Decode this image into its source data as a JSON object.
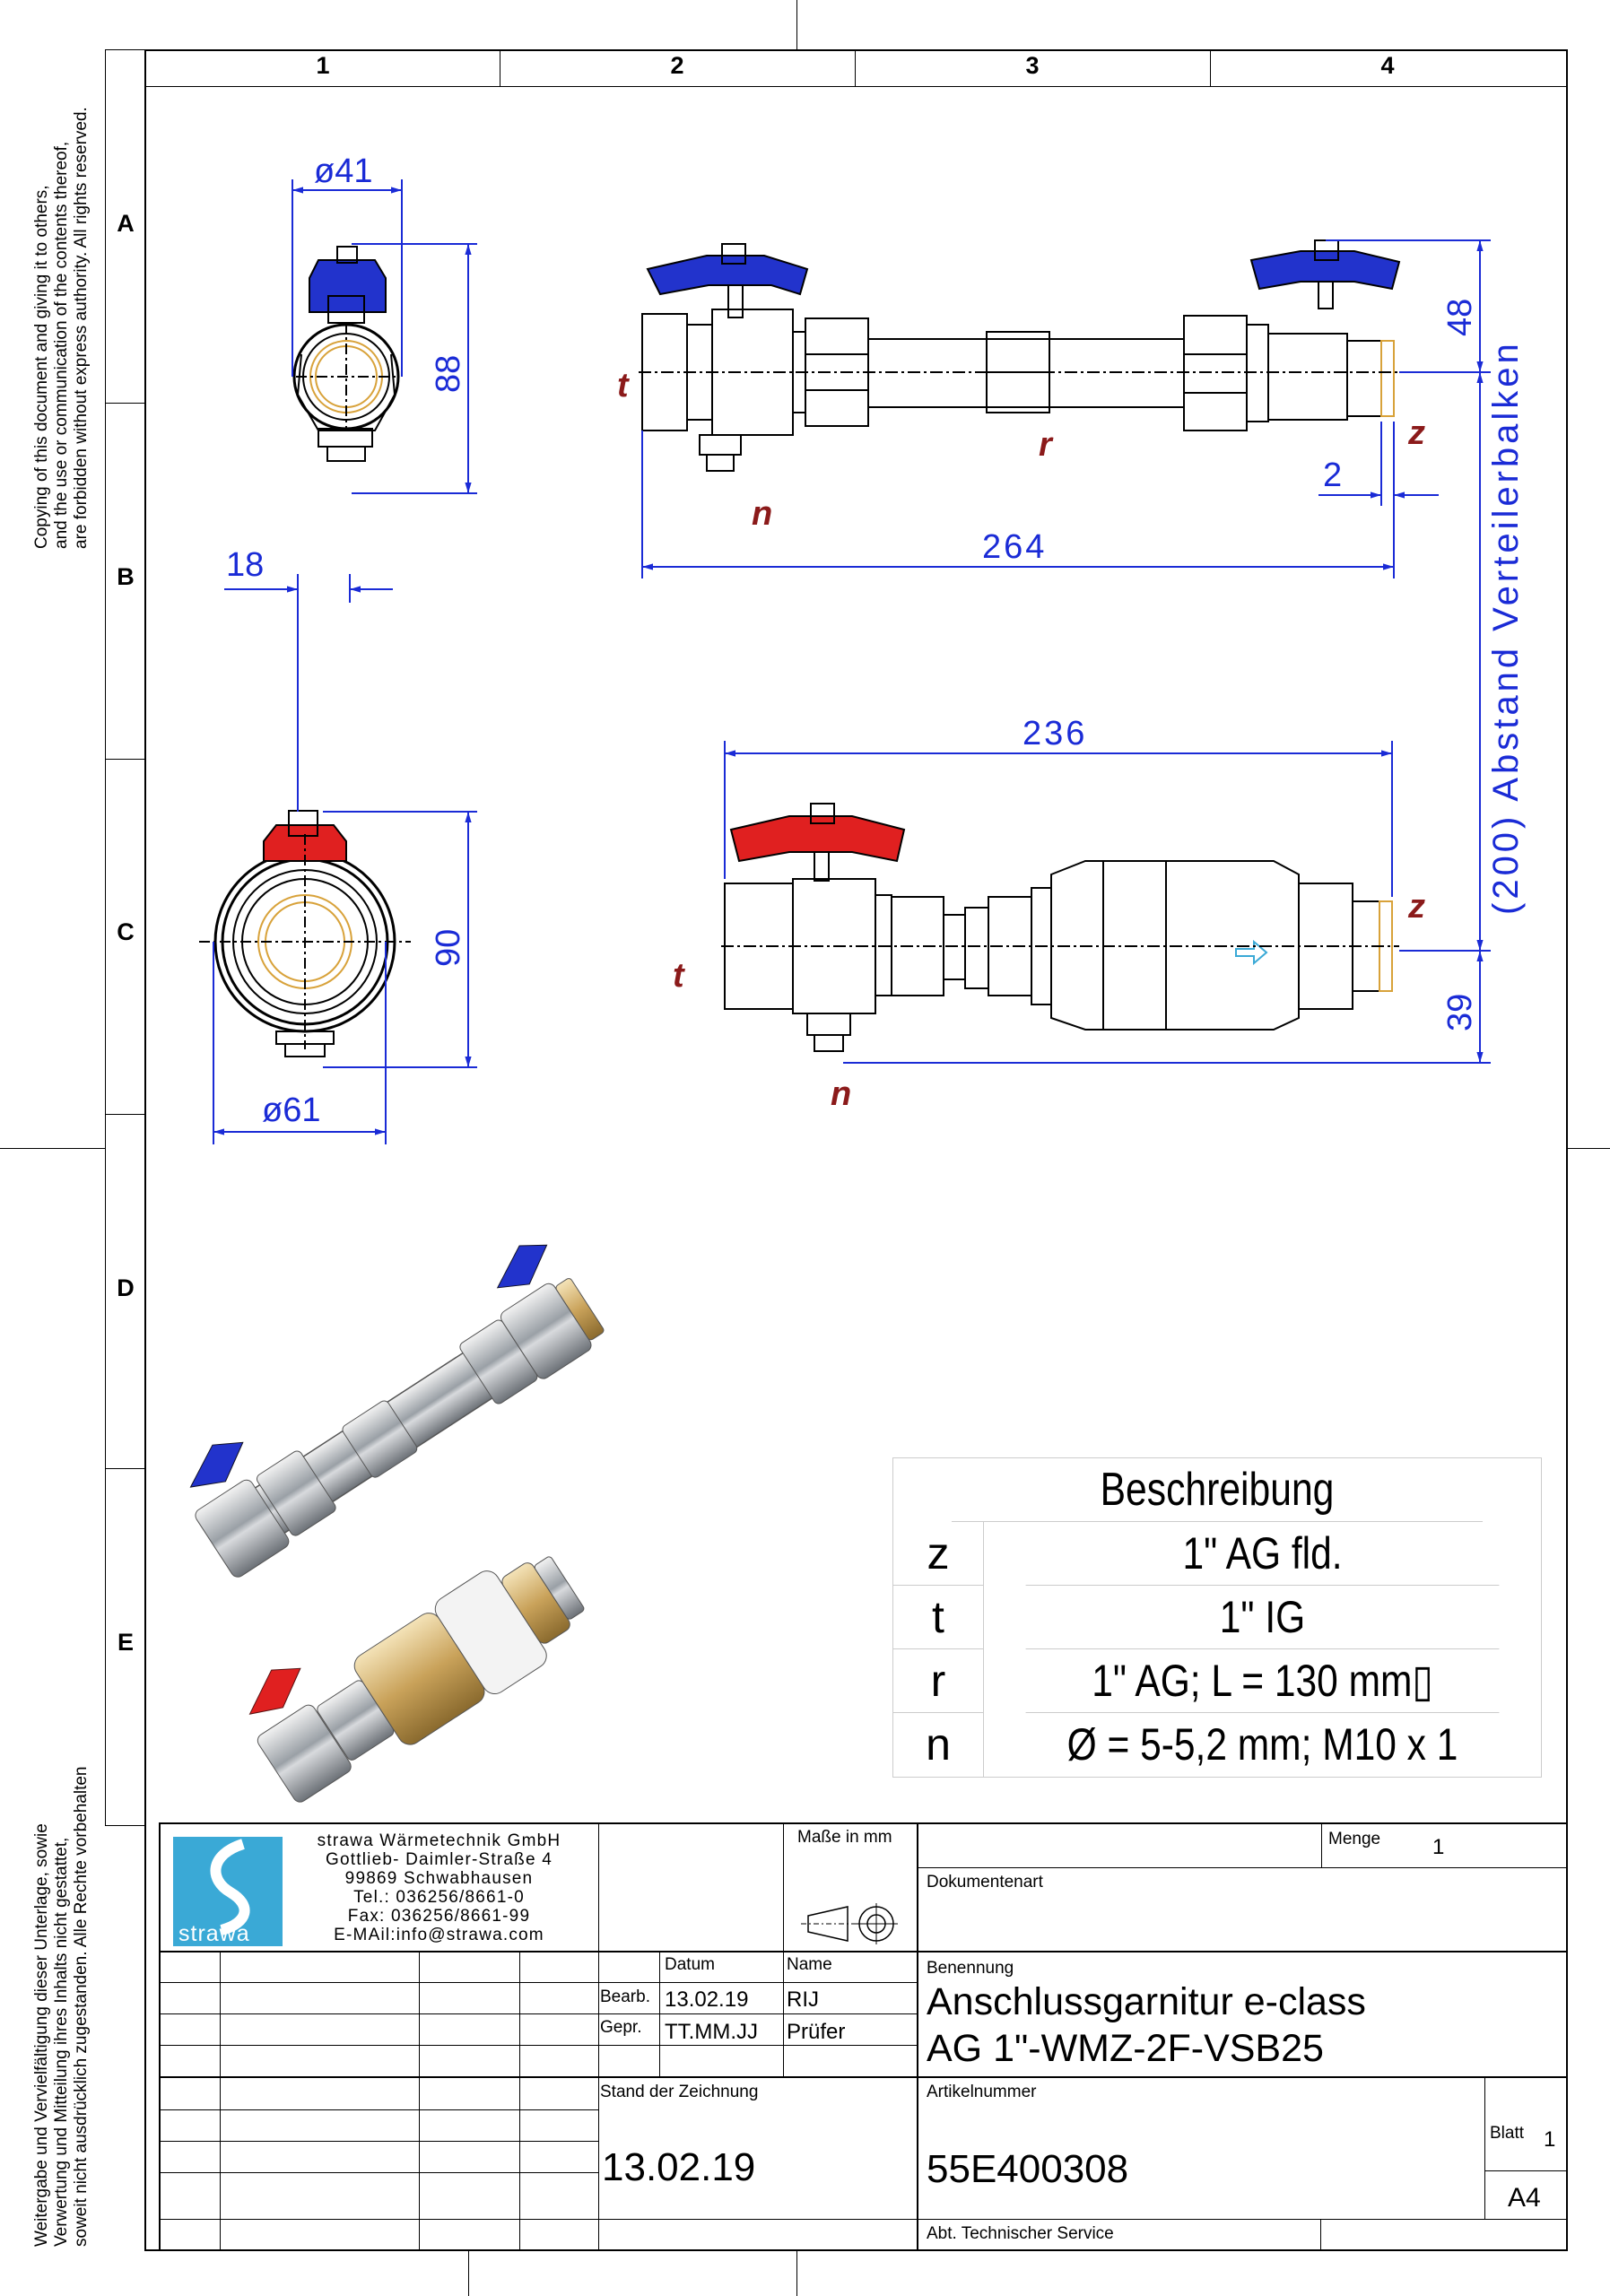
{
  "side_notes": {
    "copyright": [
      "Copying of this document and giving it to others,",
      "and the use or communication of the contents thereof,",
      "are forbidden without express authority. All rights reserved."
    ],
    "weitergabe": [
      "Weitergabe und Vervielfältigung dieser Unterlage, sowie",
      "Verwertung und Mitteilung ihres Inhalts nicht gestattet,",
      "soweit nicht ausdrücklich zugestanden. Alle Rechte vorbehalten"
    ]
  },
  "grid": {
    "columns": [
      "1",
      "2",
      "3",
      "4"
    ],
    "rows": [
      "A",
      "B",
      "C",
      "D",
      "E"
    ]
  },
  "dimensions": {
    "d41": "ø41",
    "h88": "88",
    "w18": "18",
    "h90": "90",
    "d61": "ø61",
    "h48": "48",
    "gap2": "2",
    "len264": "264",
    "len236": "236",
    "h39": "39",
    "abstand": "(200)  Abstand Verteilerbalken"
  },
  "callouts": {
    "t": "t",
    "n": "n",
    "r": "r",
    "z": "z"
  },
  "description_table": {
    "header": "Beschreibung",
    "rows": [
      {
        "key": "z",
        "value": "1\" AG fld."
      },
      {
        "key": "t",
        "value": "1\" IG"
      },
      {
        "key": "r",
        "value": "1\" AG; L = 130 mm▯"
      },
      {
        "key": "n",
        "value": "Ø = 5-5,2 mm; M10 x 1"
      }
    ]
  },
  "title_block": {
    "company": {
      "name": "strawa Wärmetechnik GmbH",
      "street": "Gottlieb- Daimler-Straße 4",
      "city": "99869 Schwabhausen",
      "tel": "Tel.: 036256/8661-0",
      "fax": "Fax: 036256/8661-99",
      "email": "E-MAil:info@strawa.com",
      "logo_text": "strawa"
    },
    "masse_label": "Maße in mm",
    "menge_label": "Menge",
    "menge_value": "1",
    "dokumentenart_label": "Dokumentenart",
    "datum_label": "Datum",
    "name_label": "Name",
    "bearb_label": "Bearb.",
    "bearb_date": "13.02.19",
    "bearb_name": "RIJ",
    "gepr_label": "Gepr.",
    "gepr_date": "TT.MM.JJ",
    "gepr_name": "Prüfer",
    "benennung_label": "Benennung",
    "benennung_line1": "Anschlussgarnitur e-class",
    "benennung_line2": "AG 1\"-WMZ-2F-VSB25",
    "stand_label": "Stand der Zeichnung",
    "stand_value": "13.02.19",
    "artikelnummer_label": "Artikelnummer",
    "artikelnummer_value": "55E400308",
    "blatt_label": "Blatt",
    "blatt_value": "1",
    "format_value": "A4",
    "abteilung": "Abt. Technischer Service"
  },
  "colors": {
    "dimension_blue": "#1a2bd6",
    "callout_red": "#8b1a1a",
    "handle_blue": "#2233cc",
    "handle_red": "#e02020",
    "logo_cyan": "#3aa9d6"
  }
}
